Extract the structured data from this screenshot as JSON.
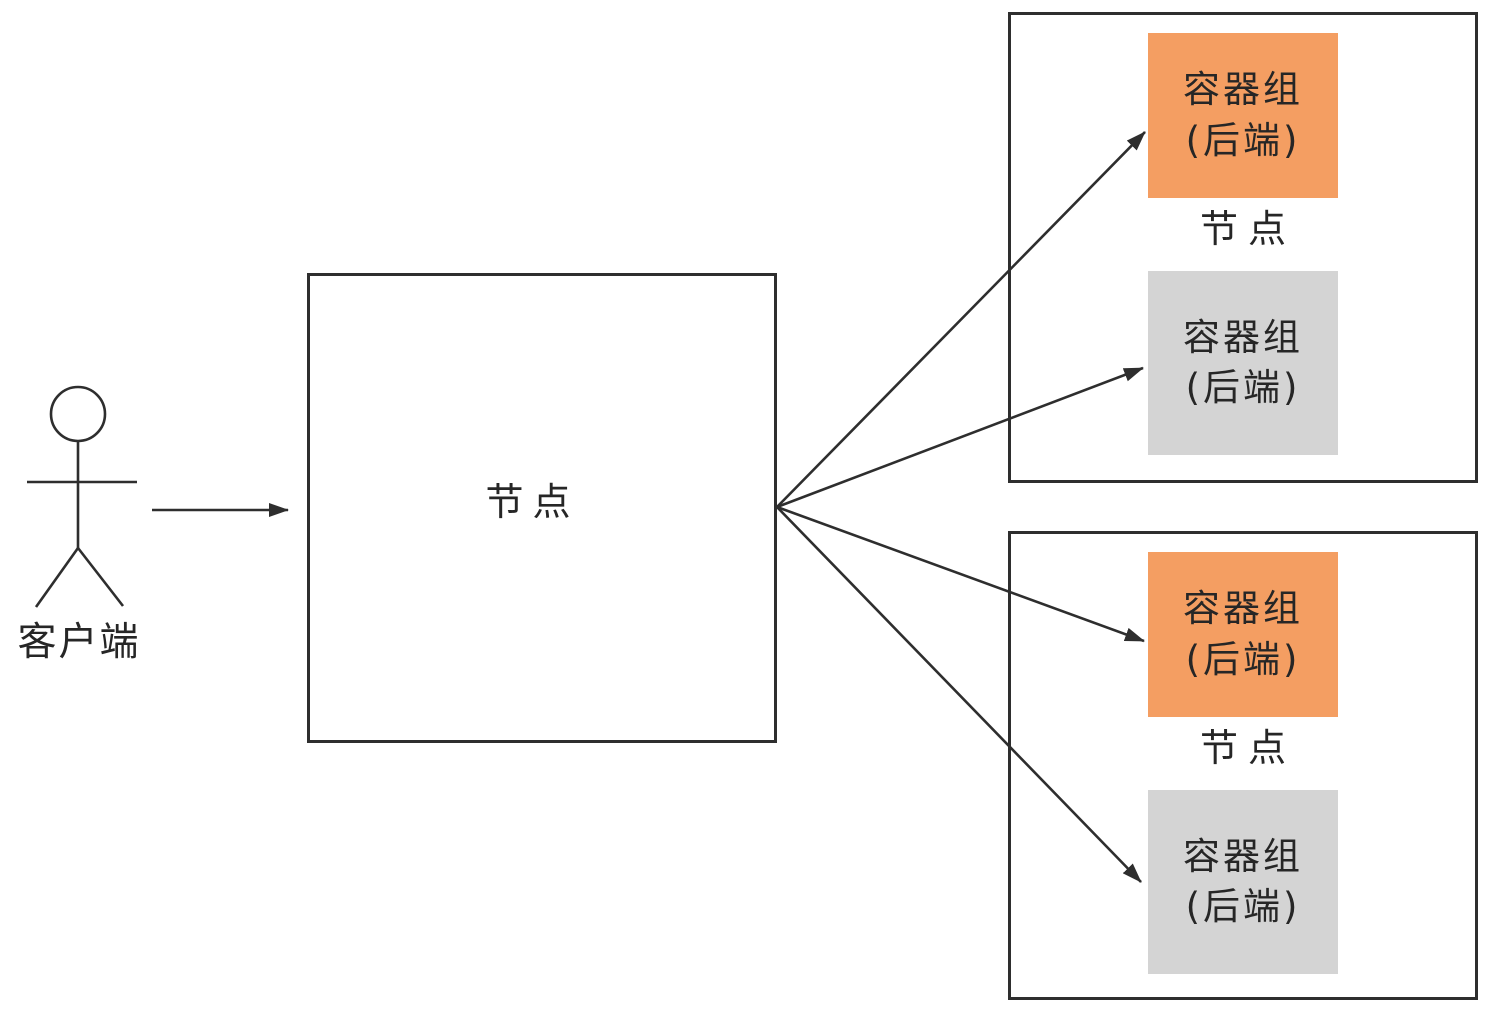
{
  "colors": {
    "background": "#FFFFFF",
    "line": "#2E2E2E",
    "text": "#262626",
    "pod_orange": "#F49E62",
    "pod_gray": "#D4D4D4"
  },
  "icons": {
    "client": "stick-figure-person-icon",
    "flow": "arrowhead-icon"
  },
  "client": {
    "label": "客户端"
  },
  "load_balancer_node": {
    "label": "节点"
  },
  "worker_nodes": [
    {
      "label": "节点",
      "pods": [
        {
          "variant": "orange",
          "line1": "容器组",
          "line2": "(后端)"
        },
        {
          "variant": "gray",
          "line1": "容器组",
          "line2": "(后端)"
        }
      ]
    },
    {
      "label": "节点",
      "pods": [
        {
          "variant": "orange",
          "line1": "容器组",
          "line2": "(后端)"
        },
        {
          "variant": "gray",
          "line1": "容器组",
          "line2": "(后端)"
        }
      ]
    }
  ]
}
